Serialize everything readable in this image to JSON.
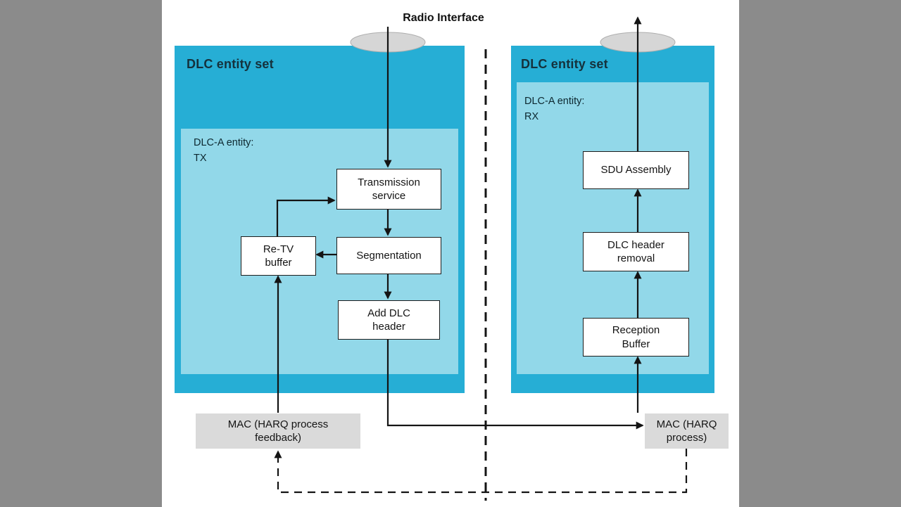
{
  "title": "Radio Interface",
  "colors": {
    "teal_dark": "#26aed5",
    "teal_light": "#92d8e9",
    "side_gray": "#8b8b8b",
    "mac_gray": "#dadada",
    "line_black": "#141414"
  },
  "left": {
    "header": "DLC entity set",
    "entity": "DLC-A entity:\nTX",
    "transmission_service": "Transmission\nservice",
    "segmentation": "Segmentation",
    "retv_buffer": "Re-TV\nbuffer",
    "add_dlc_header": "Add DLC\nheader",
    "mac": "MAC (HARQ process\nfeedback)"
  },
  "right": {
    "header": "DLC entity set",
    "entity": "DLC-A entity:\nRX",
    "sdu_assembly": "SDU Assembly",
    "dlc_header_removal": "DLC header\nremoval",
    "reception_buffer": "Reception\nBuffer",
    "mac": "MAC (HARQ\nprocess)"
  }
}
